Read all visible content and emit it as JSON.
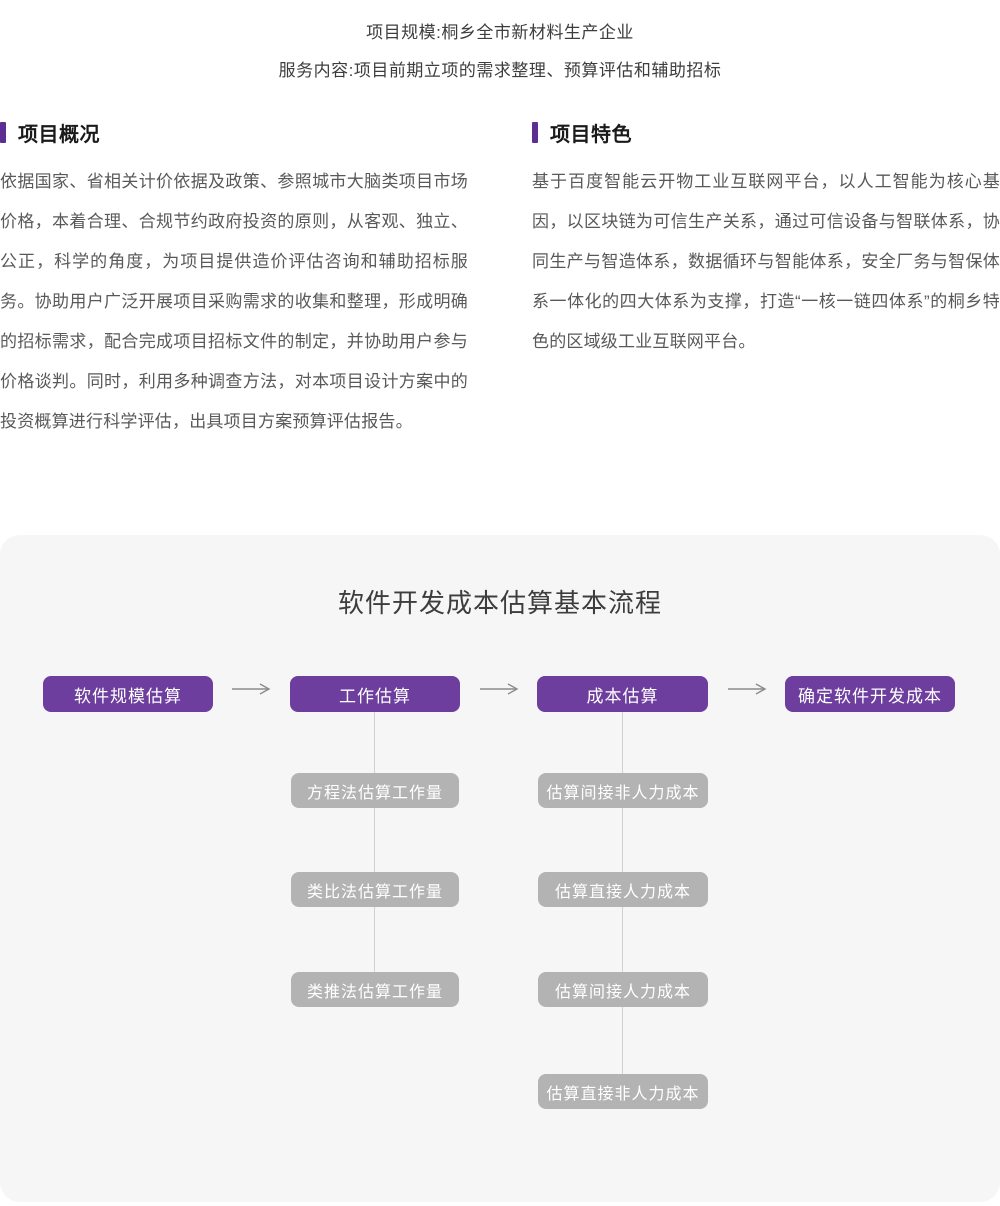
{
  "header": {
    "line1": "项目规模:桐乡全市新材料生产企业",
    "line2": "服务内容:项目前期立项的需求整理、预算评估和辅助招标"
  },
  "sections": {
    "overview": {
      "title": "项目概况",
      "body": "依据国家、省相关计价依据及政策、参照城市大脑类项目市场价格，本着合理、合规节约政府投资的原则，从客观、独立、公正，科学的角度，为项目提供造价评估咨询和辅助招标服务。协助用户广泛开展项目采购需求的收集和整理，形成明确的招标需求，配合完成项目招标文件的制定，并协助用户参与价格谈判。同时，利用多种调查方法，对本项目设计方案中的投资概算进行科学评估，出具项目方案预算评估报告。"
    },
    "features": {
      "title": "项目特色",
      "body": "基于百度智能云开物工业互联网平台，以人工智能为核心基因，以区块链为可信生产关系，通过可信设备与智联体系，协同生产与智造体系，数据循环与智能体系，安全厂务与智保体系一体化的四大体系为支撑，打造“一核一链四体系”的桐乡特色的区域级工业互联网平台。"
    }
  },
  "flowchart": {
    "title": "软件开发成本估算基本流程",
    "main_steps": [
      "软件规模估算",
      "工作估算",
      "成本估算",
      "确定软件开发成本"
    ],
    "work_methods": [
      "方程法估算工作量",
      "类比法估算工作量",
      "类推法估算工作量"
    ],
    "cost_methods": [
      "估算间接非人力成本",
      "估算直接人力成本",
      "估算间接人力成本",
      "估算直接非人力成本"
    ]
  },
  "colors": {
    "accent_purple": "#6d3e9e",
    "title_bar_purple": "#5c2e91",
    "method_gray": "#b3b3b3",
    "panel_background": "#f6f6f6",
    "connector_gray": "#d2d2d2",
    "arrow_gray": "#8c8c8c"
  }
}
